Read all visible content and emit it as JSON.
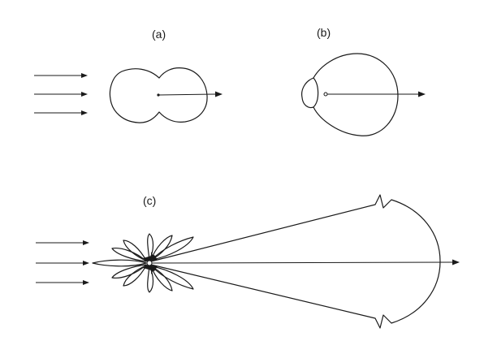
{
  "panels": [
    {
      "label": "(a)"
    },
    {
      "label": "(b)"
    },
    {
      "label": "(c)"
    }
  ],
  "colors": {
    "ink": "#1a1a1a",
    "background": "#ffffff"
  }
}
